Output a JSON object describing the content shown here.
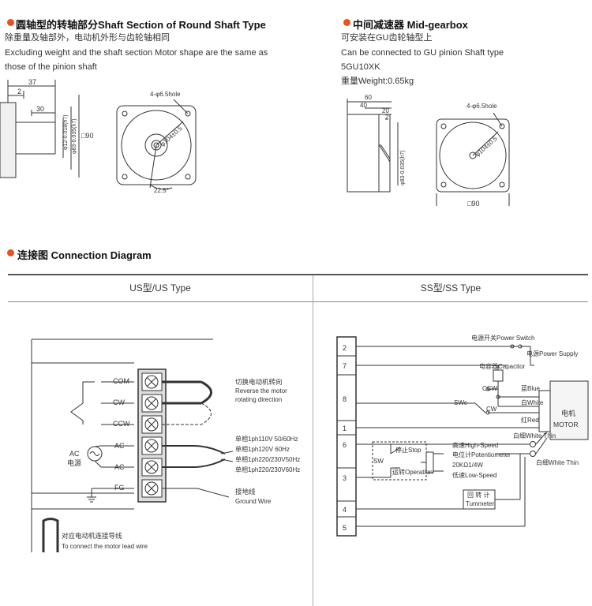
{
  "shaft": {
    "title": "圆轴型的转轴部分Shaft Section of Round Shaft Type",
    "line1": "除重量及轴部外，电动机外形与齿轮轴相同",
    "line2": "Excluding weight and the shaft section Motor shape are the same as",
    "line3": "those of the pinion shaft",
    "dim_37": "37",
    "dim_2": "2",
    "dim_30": "30",
    "dim_shaft_dia": "φ12-0.018(h7)",
    "dim_pilot": "φ83-0.035(h7)",
    "dim_square": "□90",
    "dim_holes": "4-φ6.5hole",
    "dim_pcd": "φ104±0.5",
    "dim_angle": "22.5°"
  },
  "gearbox": {
    "title": "中间减速器 Mid-gearbox",
    "line1": "可安装在GU齿轮轴型上",
    "line2": "Can be connected to GU pinion Shaft type",
    "line3": "5GU10XK",
    "line4": "重量Weight:0.65kg",
    "dim_60": "60",
    "dim_40": "40",
    "dim_20": "20",
    "dim_2": "2",
    "dim_pilot": "φ83-0.035(h7)",
    "dim_holes": "4-φ6.5hole",
    "dim_pcd": "φ104±0.5",
    "dim_square": "□90"
  },
  "connection": {
    "title": "连接图 Connection Diagram",
    "us_title": "US型/US Type",
    "ss_title": "SS型/SS Type",
    "us": {
      "com": "COM",
      "cw": "CW",
      "ccw": "CCW",
      "ac1": "AC",
      "ac2": "AC",
      "fg": "FG",
      "ac_power_en": "AC",
      "ac_power_cn": "电源",
      "reverse_cn": "切换电动机转向",
      "reverse_en1": "Reverse the motor",
      "reverse_en2": "rotating direction",
      "v1": "单相1ph110V 50/60Hz",
      "v2": "单相1ph120V 60Hz",
      "v3": "单相1ph220/230V50Hz",
      "v4": "单相1ph220/230V60Hz",
      "ground_cn": "接地线",
      "ground_en": "Ground Wire",
      "lead_cn": "对应电动机连接导线",
      "lead_en": "To connect the motor lead wire"
    },
    "ss": {
      "t2": "2",
      "t7": "7",
      "t8": "8",
      "t1": "1",
      "t6": "6",
      "t3": "3",
      "t4": "4",
      "t5": "5",
      "power_switch": "电源开关Power Switch",
      "power_supply": "电源Power Supply",
      "capacitor": "电容器Capacitor",
      "ccw": "CCW",
      "cw": "CW",
      "swc": "SWc",
      "blue": "蓝Blue",
      "white": "白White",
      "red": "红Red",
      "white_thin1": "白细White Thin",
      "white_thin2": "白细White Thin",
      "motor_cn": "电机",
      "motor_en": "MOTOR",
      "sw": "SW",
      "stop": "停止Stop",
      "operation": "运转Operation",
      "high_speed": "高速High-Speed",
      "potentiometer": "电位计Potentiometer",
      "pot_value": "20KΩ1/4W",
      "low_speed": "低速Low-Speed",
      "tummeter_cn": "回 转 计",
      "tummeter_en": "Tummeter"
    }
  }
}
